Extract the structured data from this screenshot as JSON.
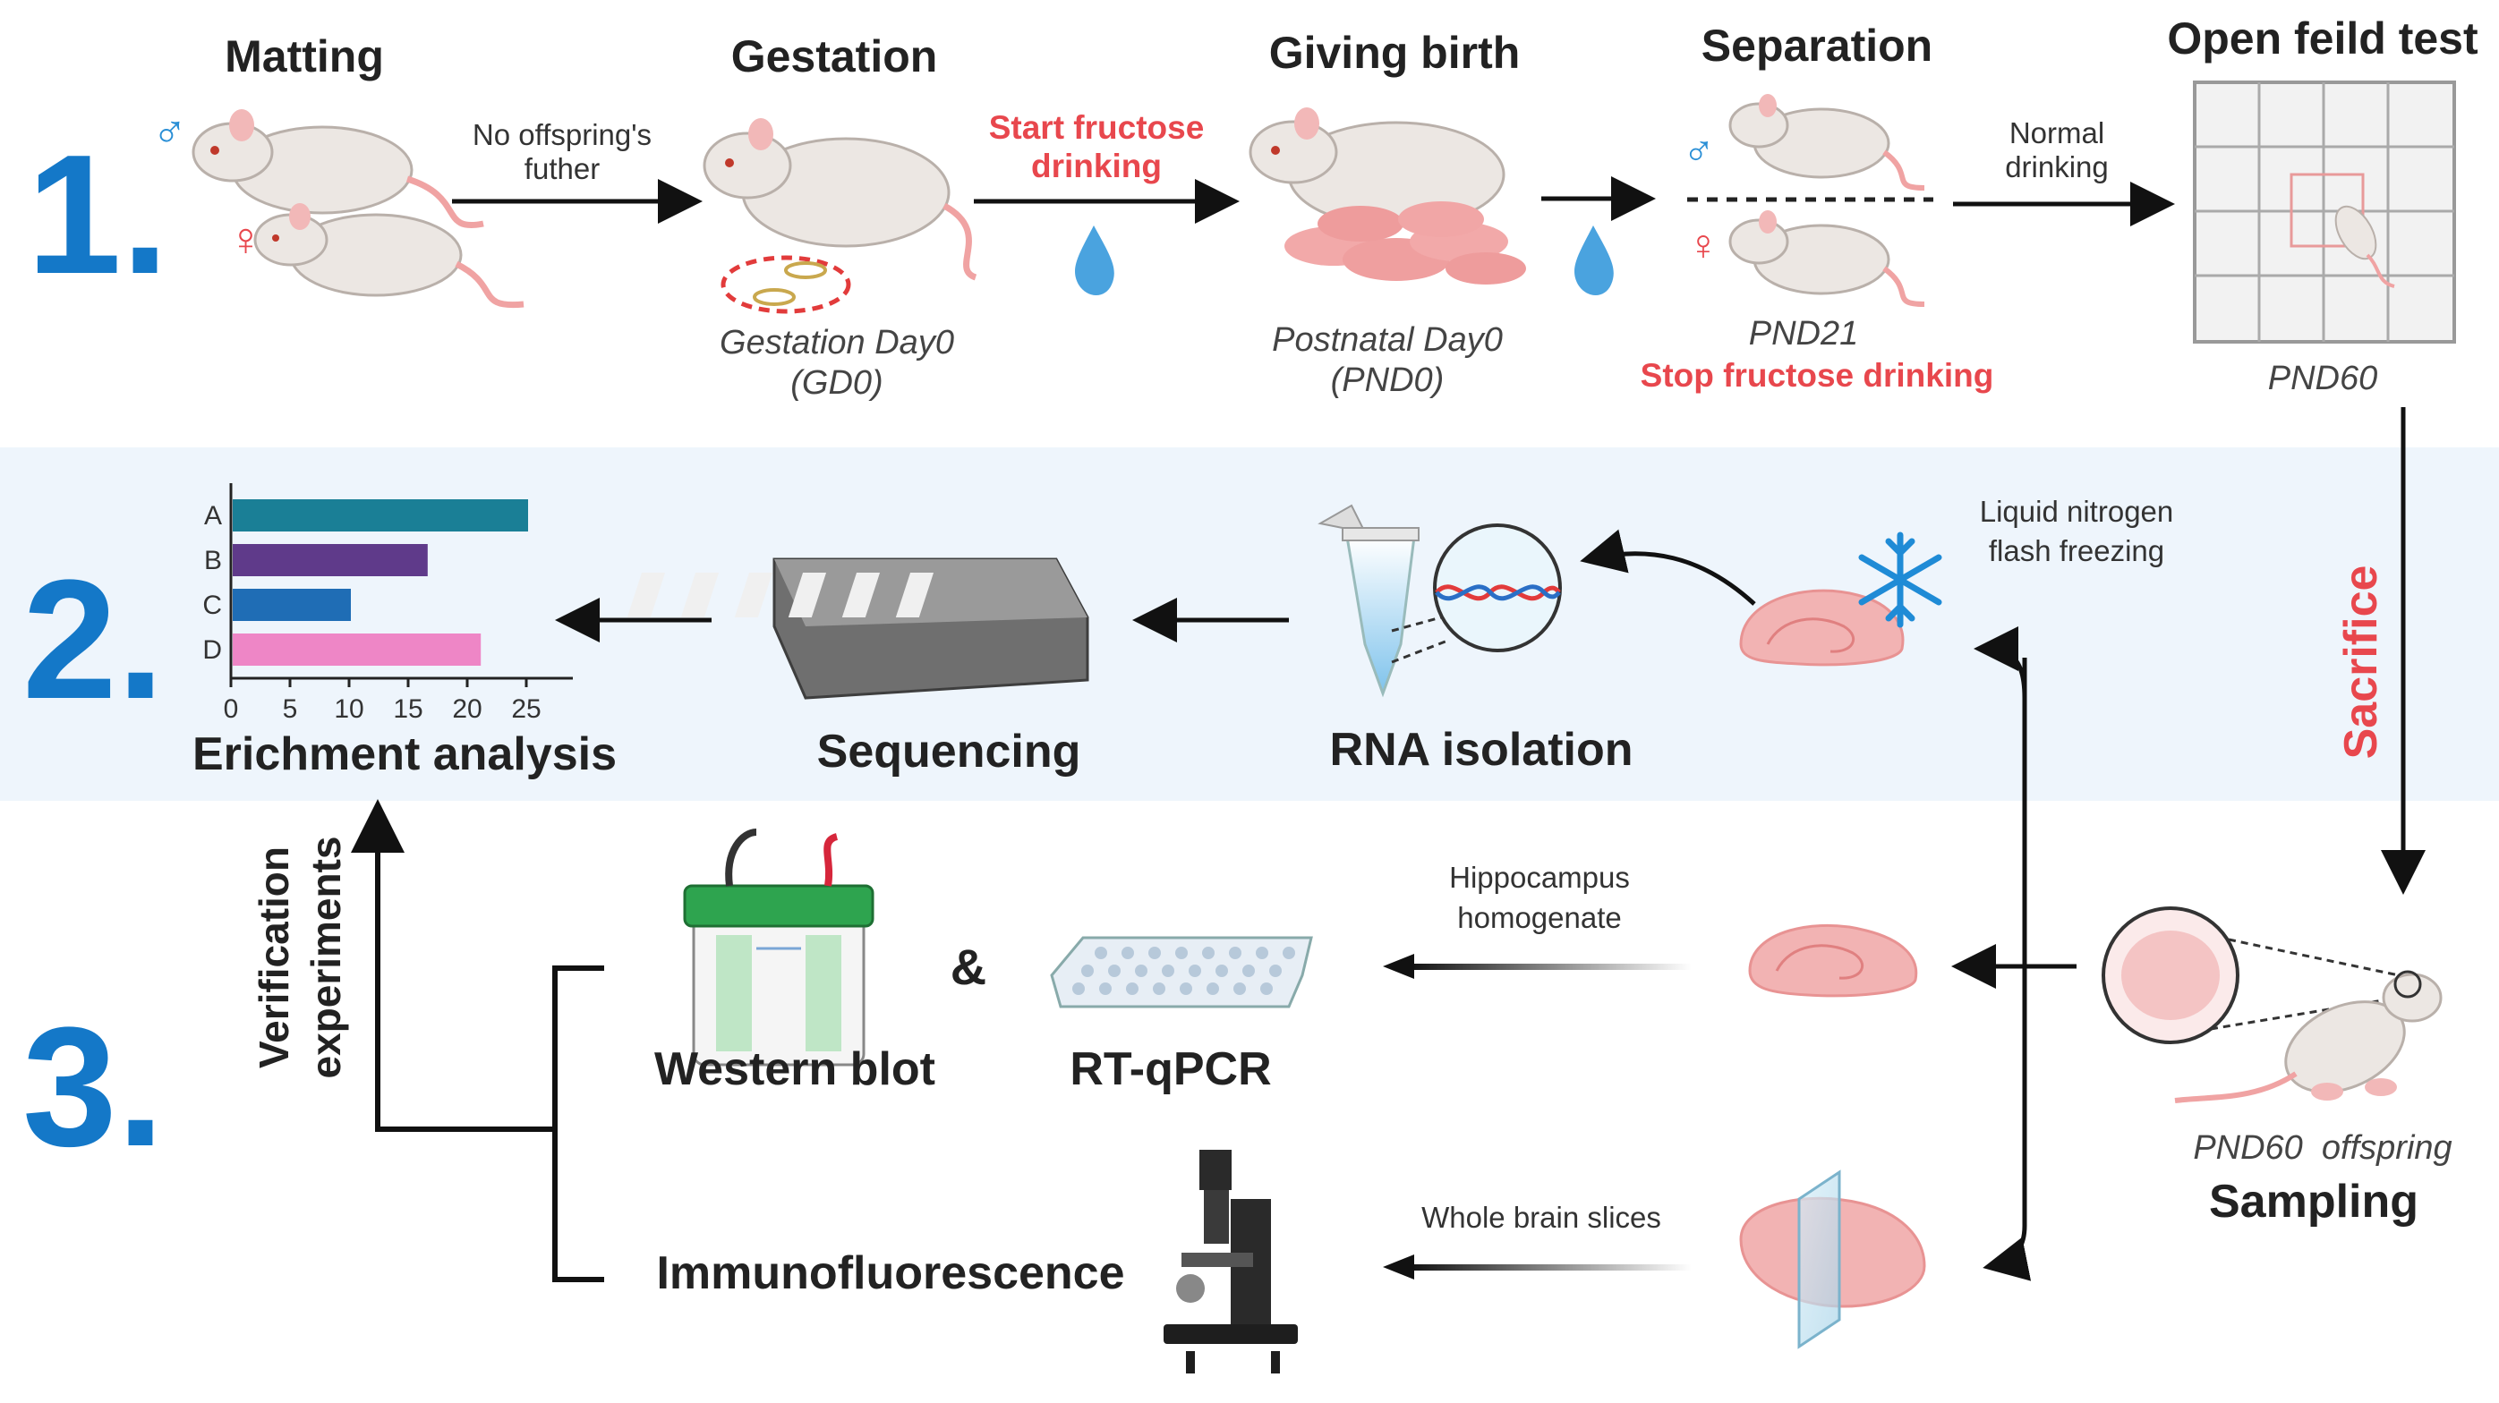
{
  "steps": {
    "n1": "1.",
    "n2": "2.",
    "n3": "3."
  },
  "row1": {
    "matting": "Matting",
    "gestation": "Gestation",
    "birth": "Giving birth",
    "separation": "Separation",
    "open_field": "Open feild test",
    "no_offspring_line1": "No offspring's",
    "no_offspring_line2": "futher",
    "start_fructose_line1": "Start fructose",
    "start_fructose_line2": "drinking",
    "normal_drinking_line1": "Normal",
    "normal_drinking_line2": "drinking",
    "gd0_line1": "Gestation Day0",
    "gd0_line2": "(GD0)",
    "pnd0_line1": "Postnatal Day0",
    "pnd0_line2": "(PND0)",
    "pnd21": "PND21",
    "stop_fructose": "Stop fructose drinking",
    "pnd60": "PND60",
    "male_symbol": "♂",
    "female_symbol": "♀"
  },
  "row2": {
    "enrichment": "Erichment analysis",
    "sequencing": "Sequencing",
    "rna_isolation": "RNA isolation",
    "liquid_nitrogen_line1": "Liquid nitrogen",
    "liquid_nitrogen_line2": "flash freezing",
    "sacrifice": "Sacrifice"
  },
  "row3": {
    "verification_line1": "Verification",
    "verification_line2": "experiments",
    "western_blot": "Western blot",
    "ampersand": "&",
    "rt_qpcr": "RT-qPCR",
    "immunofluorescence": "Immunofluorescence",
    "hippocampus_line1": "Hippocampus",
    "hippocampus_line2": "homogenate",
    "whole_brain": "Whole brain slices",
    "pnd60_offspring": "PND60  offspring",
    "sampling": "Sampling"
  },
  "chart_data": {
    "type": "bar",
    "orientation": "horizontal",
    "categories": [
      "A",
      "B",
      "C",
      "D"
    ],
    "values": [
      25,
      16.5,
      10,
      21
    ],
    "colors": [
      "#1a7f96",
      "#5f3a8a",
      "#1f6db5",
      "#ee86c6"
    ],
    "xticks": [
      0,
      5,
      10,
      15,
      20,
      25
    ],
    "xlim": [
      0,
      28
    ]
  },
  "colors": {
    "step_number": "#1478c8",
    "accent_red": "#e8474d",
    "band": "#eef5fc",
    "water": "#4aa3df"
  }
}
